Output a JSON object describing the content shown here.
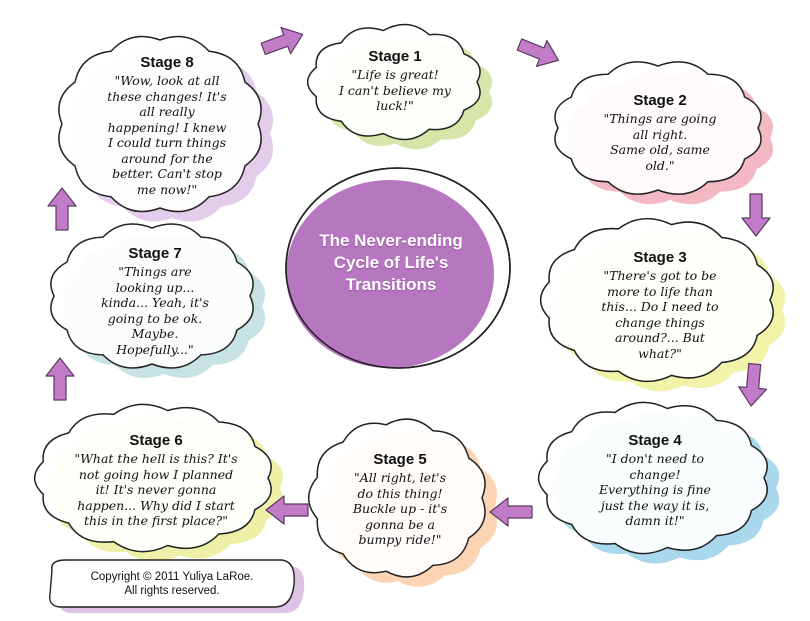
{
  "title": "The Never-ending\nCycle of Life's\nTransitions",
  "stages": [
    {
      "label": "Stage 1",
      "quote": "\"Life is great!\nI can't believe my\nluck!\"",
      "color": "#d6e6a8"
    },
    {
      "label": "Stage 2",
      "quote": "\"Things are going\nall right.\nSame old, same\nold.\"",
      "color": "#f4b8c4"
    },
    {
      "label": "Stage 3",
      "quote": "\"There's got to be\nmore to life than\nthis... Do I need to\nchange things\naround?... But\nwhat?\"",
      "color": "#f1f3a8"
    },
    {
      "label": "Stage 4",
      "quote": "\"I don't need to\nchange!\nEverything is fine\njust the way it is,\ndamn it!\"",
      "color": "#a9d8ec"
    },
    {
      "label": "Stage 5",
      "quote": "\"All right, let's\ndo this thing!\nBuckle up - it's\ngonna be a\nbumpy ride!\"",
      "color": "#fbd4b4"
    },
    {
      "label": "Stage 6",
      "quote": "\"What the hell is this? It's\nnot going how I planned\nit! It's never gonna\nhappen... Why did I start\nthis in the first place?\"",
      "color": "#eef0a8"
    },
    {
      "label": "Stage 7",
      "quote": "\"Things are\nlooking up...\nkinda... Yeah, it's\ngoing to be ok.\nMaybe.\nHopefully...\"",
      "color": "#c6e2e2"
    },
    {
      "label": "Stage 8",
      "quote": "\"Wow, look at all\nthese changes! It's\nall really\nhappening! I knew\nI could turn things\naround for the\nbetter. Can't stop\nme now!\"",
      "color": "#e4cdea"
    }
  ],
  "copyright": "Copyright © 2011 Yuliya LaRoe.\nAll rights reserved.",
  "colors": {
    "arrow": "#c27bc9",
    "circle": "#b777c0",
    "outline": "#222222"
  }
}
